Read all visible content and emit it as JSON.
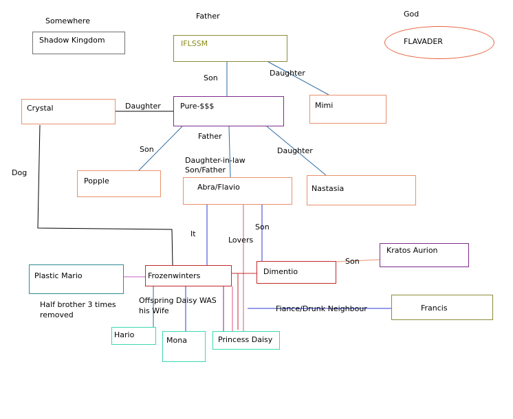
{
  "colors": {
    "orange": "#e8906a",
    "purple": "#7a2a8a",
    "red": "#c0282a",
    "teal": "#2a8a90",
    "aqua": "#3ad8b0",
    "gray": "#707070",
    "olive": "#8a8a3a",
    "blue": "#2a3ad0",
    "pink": "#e0508a"
  },
  "headers": {
    "somewhere": "Somewhere",
    "father": "Father",
    "god": "God"
  },
  "nodes": {
    "shadow_kingdom": "Shadow Kingdom",
    "iflssm": "IFLSSM",
    "flavader": "FLAVADER",
    "crystal": "Crystal",
    "pure": "Pure-$$$",
    "mimi": "Mimi",
    "popple": "Popple",
    "abra": "Abra/Flavio",
    "nastasia": "Nastasia",
    "kratos": "Kratos Aurion",
    "plastic_mario": "Plastic Mario",
    "frozenwinters": "Frozenwinters",
    "dimentio": "Dimentio",
    "francis": "Francis",
    "hario": "Hario",
    "mona": "Mona",
    "princess_daisy": "Princess Daisy"
  },
  "edge_labels": {
    "son_iflssm": "Son",
    "daughter_mimi": "Daughter",
    "daughter_crystal": "Daughter",
    "father_pure": "Father",
    "son_popple": "Son",
    "daughter_in_law": "Daughter-in-law",
    "son_father": "Son/Father",
    "daughter_nastasia": "Daughter",
    "dog": "Dog",
    "son_dimentio": "Son",
    "it": "It",
    "lovers": "Lovers",
    "son_kratos": "Son",
    "half_brother_1": "Half brother 3 times",
    "half_brother_2": "removed",
    "offspring_1": "Offspring Daisy WAS",
    "offspring_2": "his Wife",
    "fiance": "Fiance/Drunk Neighbour"
  }
}
